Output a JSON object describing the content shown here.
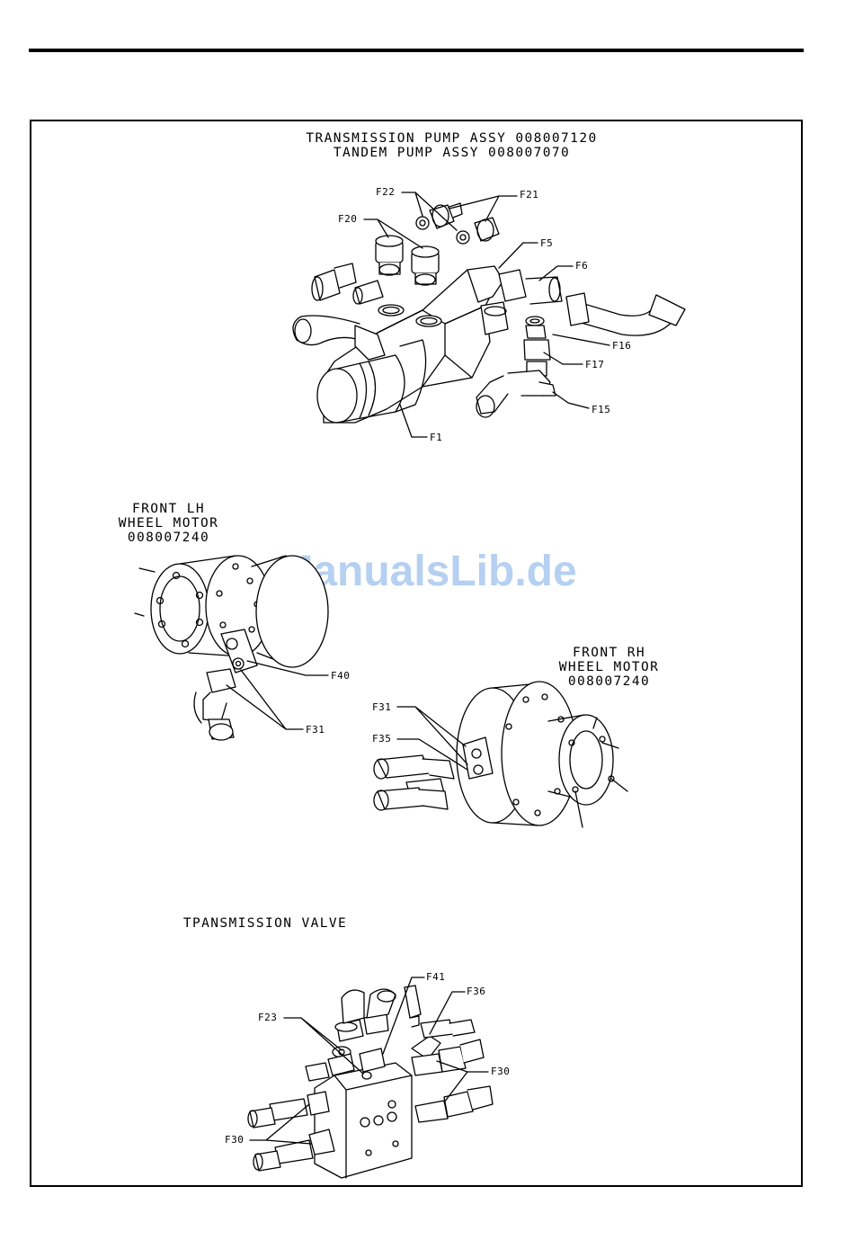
{
  "diagrams": {
    "pump": {
      "title_line1": "TRANSMISSION PUMP ASSY 008007120",
      "title_line2": "TANDEM PUMP ASSY 008007070",
      "labels": [
        "F22",
        "F21",
        "F20",
        "F5",
        "F6",
        "F16",
        "F17",
        "F15",
        "F1"
      ]
    },
    "lh_motor": {
      "title_line1": "FRONT LH",
      "title_line2": "WHEEL MOTOR",
      "title_line3": "008007240",
      "labels": [
        "F40",
        "F31"
      ]
    },
    "rh_motor": {
      "title_line1": "FRONT RH",
      "title_line2": "WHEEL MOTOR",
      "title_line3": "008007240",
      "labels": [
        "F31",
        "F35"
      ]
    },
    "valve": {
      "title": "TPANSMISSION VALVE",
      "labels": [
        "F41",
        "F36",
        "F23",
        "F30",
        "F30"
      ]
    }
  },
  "watermark": "ManualsLib.de"
}
